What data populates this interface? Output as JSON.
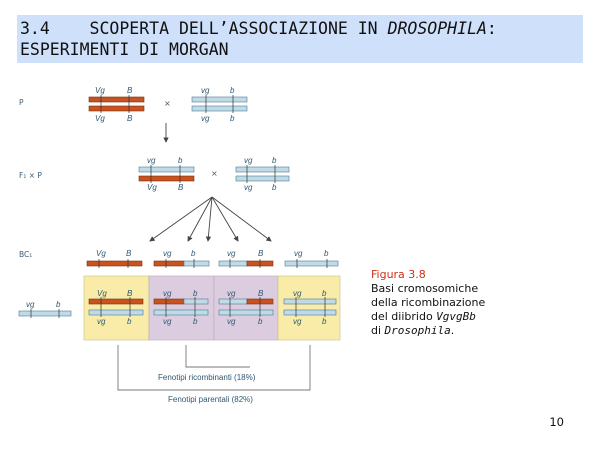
{
  "slide": {
    "title_line1_prefix": "3.4    SCOPERTA DELL’ASSOCIAZIONE IN ",
    "title_line1_italic": "DROSOPHILA",
    "title_line1_suffix": ":",
    "title_line2": "ESPERIMENTI DI MORGAN",
    "page_number": "10"
  },
  "caption": {
    "heading": "Figura 3.8",
    "line1": "Basi cromosomiche",
    "line2": "della ricombinazione",
    "line3_prefix": "del diibrido ",
    "line3_italic": "Vgvg",
    "line3_tail": "Bb",
    "line4_prefix": "di ",
    "line4_italic": "Drosophila",
    "line4_suffix": "."
  },
  "diagram": {
    "row_labels": {
      "p": "P",
      "f1": "F₁ × P",
      "bc": "BC₁"
    },
    "gene_labels": {
      "vg_upper": "Vg",
      "vg_lower": "vg",
      "b_upper": "B",
      "b_lower": "b"
    },
    "cross_symbol": "×",
    "phenotype_labels": {
      "recombinant": "Fenotipi ricombinanti (18%)",
      "parental": "Fenotipi parentali (82%)"
    },
    "colors": {
      "orange_chromosome": "#c9521e",
      "blue_chromosome": "#bfdbe8",
      "parental_box": "#f8eca8",
      "recombinant_box": "#dcccdf"
    }
  }
}
